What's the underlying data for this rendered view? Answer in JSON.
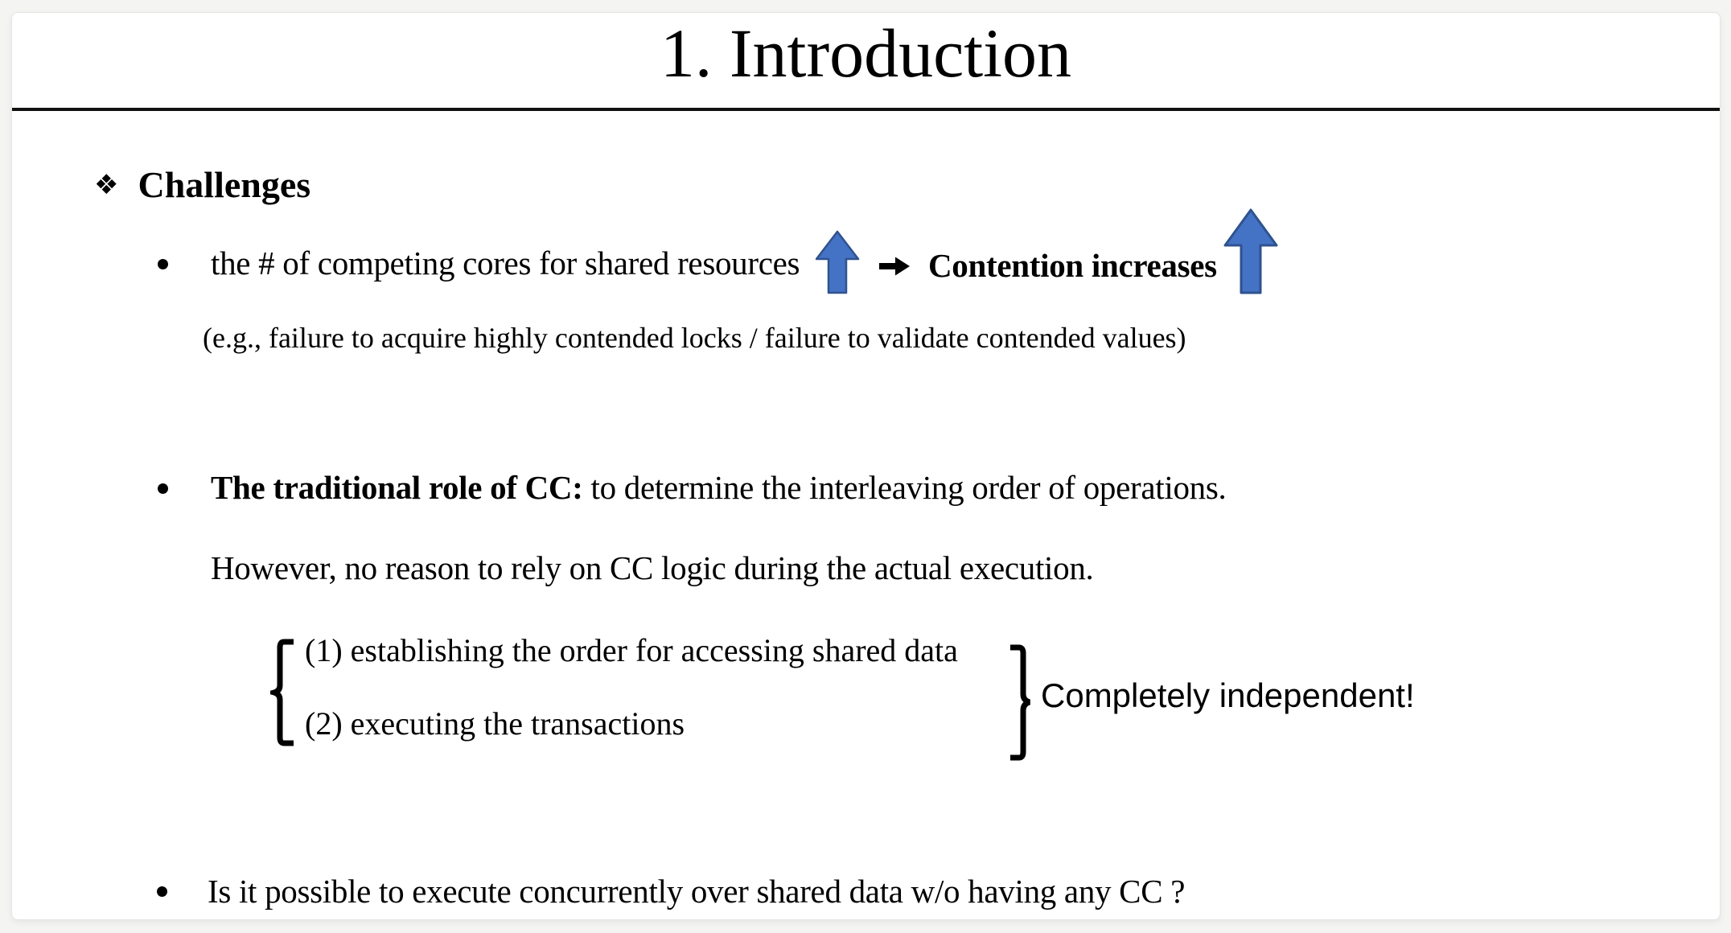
{
  "slide": {
    "title": "1. Introduction",
    "heading": {
      "bullet_glyph": "❖",
      "label": "Challenges"
    },
    "bullet1": {
      "text": "the # of competing cores for shared resources",
      "result": "Contention increases",
      "note": "(e.g., failure to acquire highly contended locks / failure to validate contended values)"
    },
    "bullet2": {
      "lead_bold": "The traditional role of CC:",
      "lead_rest": " to determine the interleaving order of operations.",
      "line2": "However, no reason to rely on CC logic during the actual execution.",
      "items": [
        "(1) establishing the order for accessing shared data",
        "(2) executing the transactions"
      ],
      "callout": "Completely independent!"
    },
    "bullet3": "Is it possible to execute concurrently over shared data w/o having any CC ?",
    "icons": {
      "small_up_arrow": "up-arrow",
      "big_up_arrow": "up-arrow",
      "right_arrow": "right-arrow",
      "left_brace": "left-curly-brace",
      "right_brace": "right-curly-brace"
    },
    "colors": {
      "arrow_fill": "#4472C4",
      "arrow_stroke": "#2F528F",
      "rule": "#111111",
      "text": "#000000"
    }
  }
}
